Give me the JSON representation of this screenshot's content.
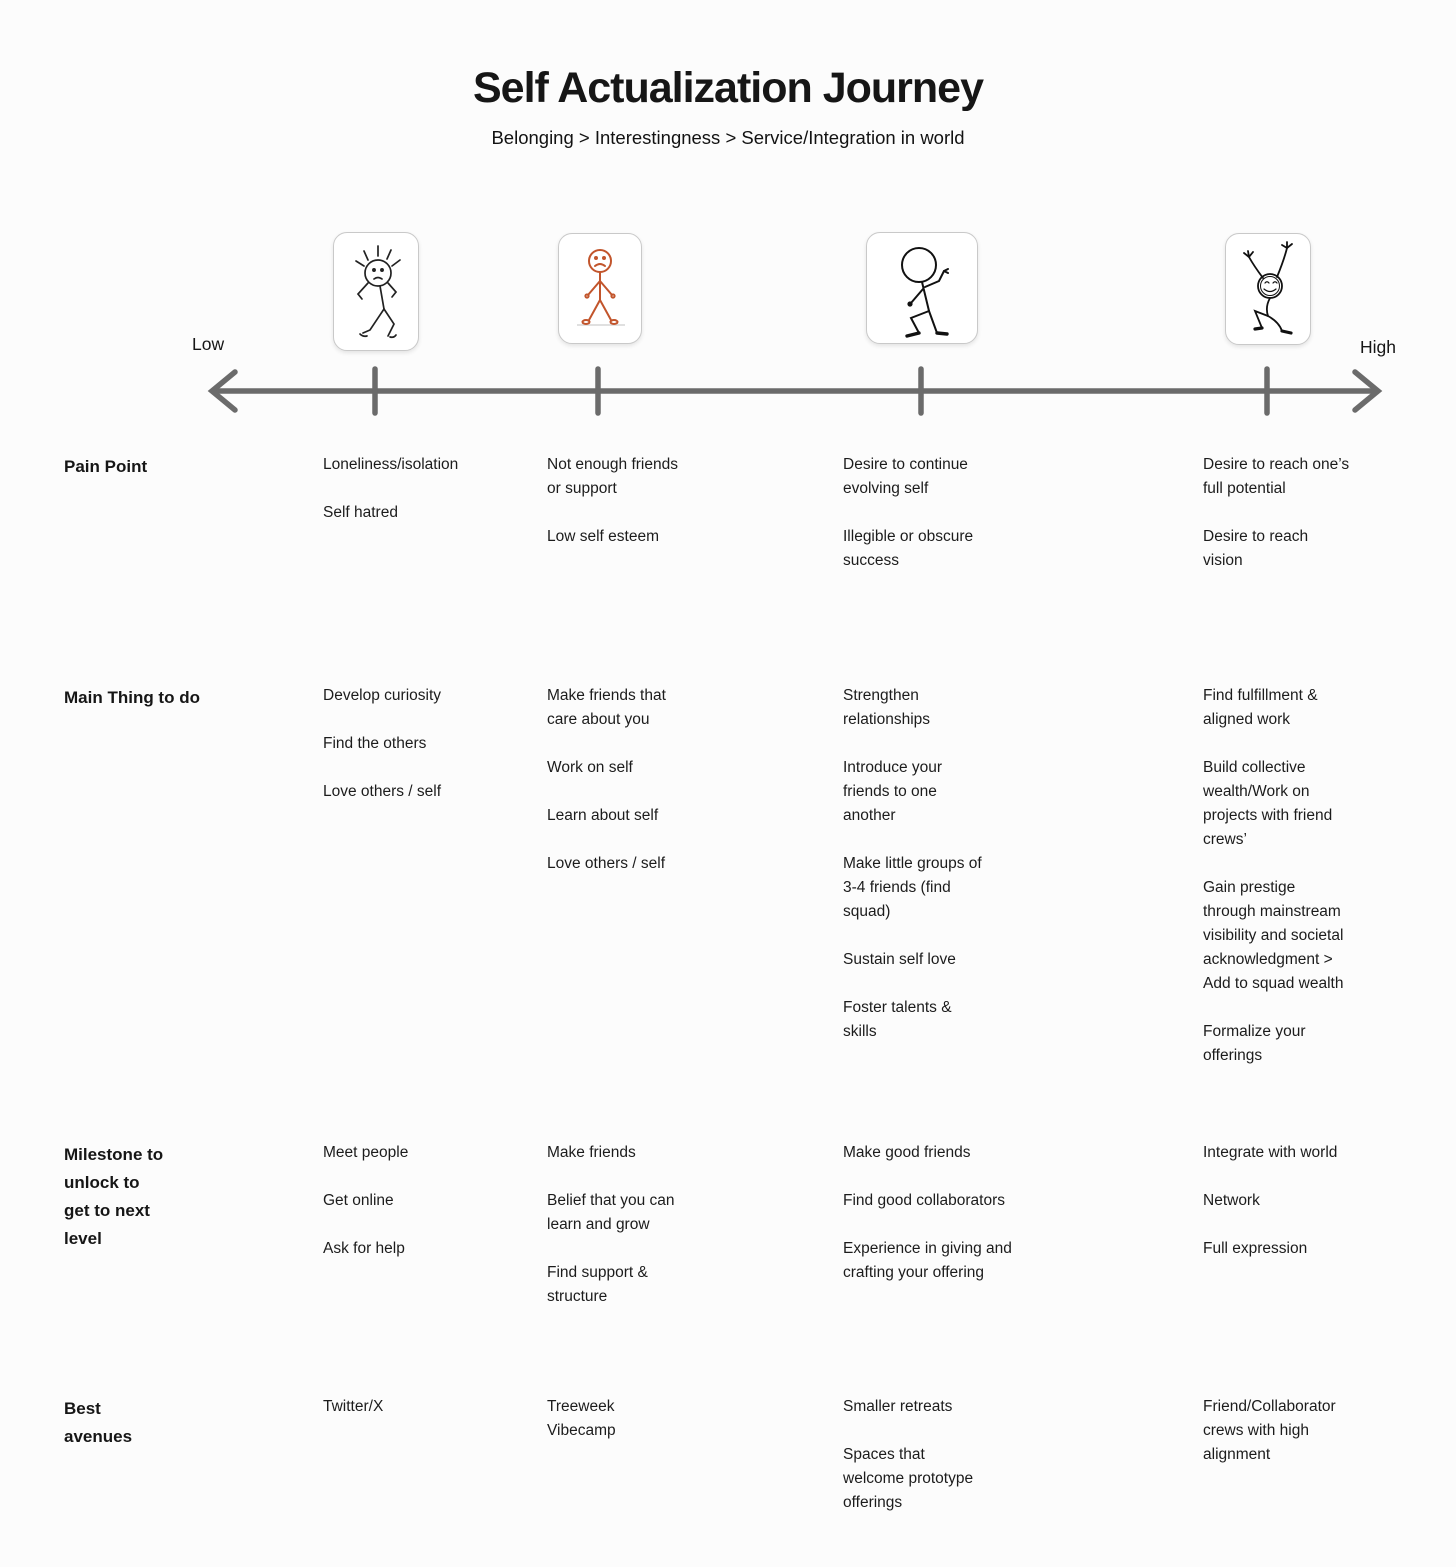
{
  "title": "Self Actualization Journey",
  "subtitle": "Belonging > Interestingness > Service/Integration in world",
  "axis": {
    "low_label": "Low",
    "high_label": "High"
  },
  "figures": {
    "stage1": "distressed-person",
    "stage2": "sad-person",
    "stage3": "walking-person",
    "stage4": "joyful-person"
  },
  "colors": {
    "text": "#1a1a1a",
    "axis_gray": "#6b6b6b",
    "card_border": "#c9c9c9",
    "figure_orange": "#c2552c"
  },
  "rows": [
    {
      "label": "Pain Point",
      "cells": [
        {
          "items": [
            "Loneliness/isolation",
            "Self hatred"
          ]
        },
        {
          "items": [
            "Not enough friends\nor support",
            "Low self esteem"
          ]
        },
        {
          "items": [
            "Desire to continue\nevolving self",
            "Illegible or obscure\nsuccess"
          ]
        },
        {
          "items": [
            "Desire to reach one’s\nfull potential",
            "Desire to reach\nvision"
          ]
        }
      ]
    },
    {
      "label": "Main Thing to do",
      "cells": [
        {
          "items": [
            "Develop curiosity",
            "Find the others",
            "Love others / self"
          ]
        },
        {
          "items": [
            "Make friends that\ncare about you",
            "Work on self",
            "Learn about self",
            "Love others / self"
          ]
        },
        {
          "items": [
            "Strengthen\nrelationships",
            "Introduce your\nfriends to one\nanother",
            "Make little groups of\n3-4 friends (find\nsquad)",
            "Sustain self love",
            "Foster talents &\nskills"
          ]
        },
        {
          "items": [
            "Find fulfillment &\naligned work",
            "Build collective\nwealth/Work on\nprojects with friend\ncrews’",
            "Gain prestige\nthrough mainstream\nvisibility and societal\nacknowledgment >\nAdd to squad wealth",
            "Formalize your\nofferings"
          ]
        }
      ]
    },
    {
      "label": "Milestone to\nunlock to\nget to next\nlevel",
      "cells": [
        {
          "items": [
            "Meet people",
            "Get online",
            "Ask for help"
          ]
        },
        {
          "items": [
            "Make friends",
            "Belief that you can\nlearn and grow",
            "Find support &\nstructure"
          ]
        },
        {
          "items": [
            "Make good friends",
            "Find good collaborators",
            "Experience in giving and\ncrafting your offering"
          ]
        },
        {
          "items": [
            "Integrate with world",
            "Network",
            "Full expression"
          ]
        }
      ]
    },
    {
      "label": "Best\navenues",
      "cells": [
        {
          "items": [
            "Twitter/X"
          ]
        },
        {
          "items": [
            "Treeweek\nVibecamp"
          ]
        },
        {
          "items": [
            "Smaller retreats",
            "Spaces that\nwelcome  prototype\nofferings"
          ]
        },
        {
          "items": [
            "Friend/Collaborator\ncrews with high\nalignment"
          ]
        }
      ]
    }
  ]
}
